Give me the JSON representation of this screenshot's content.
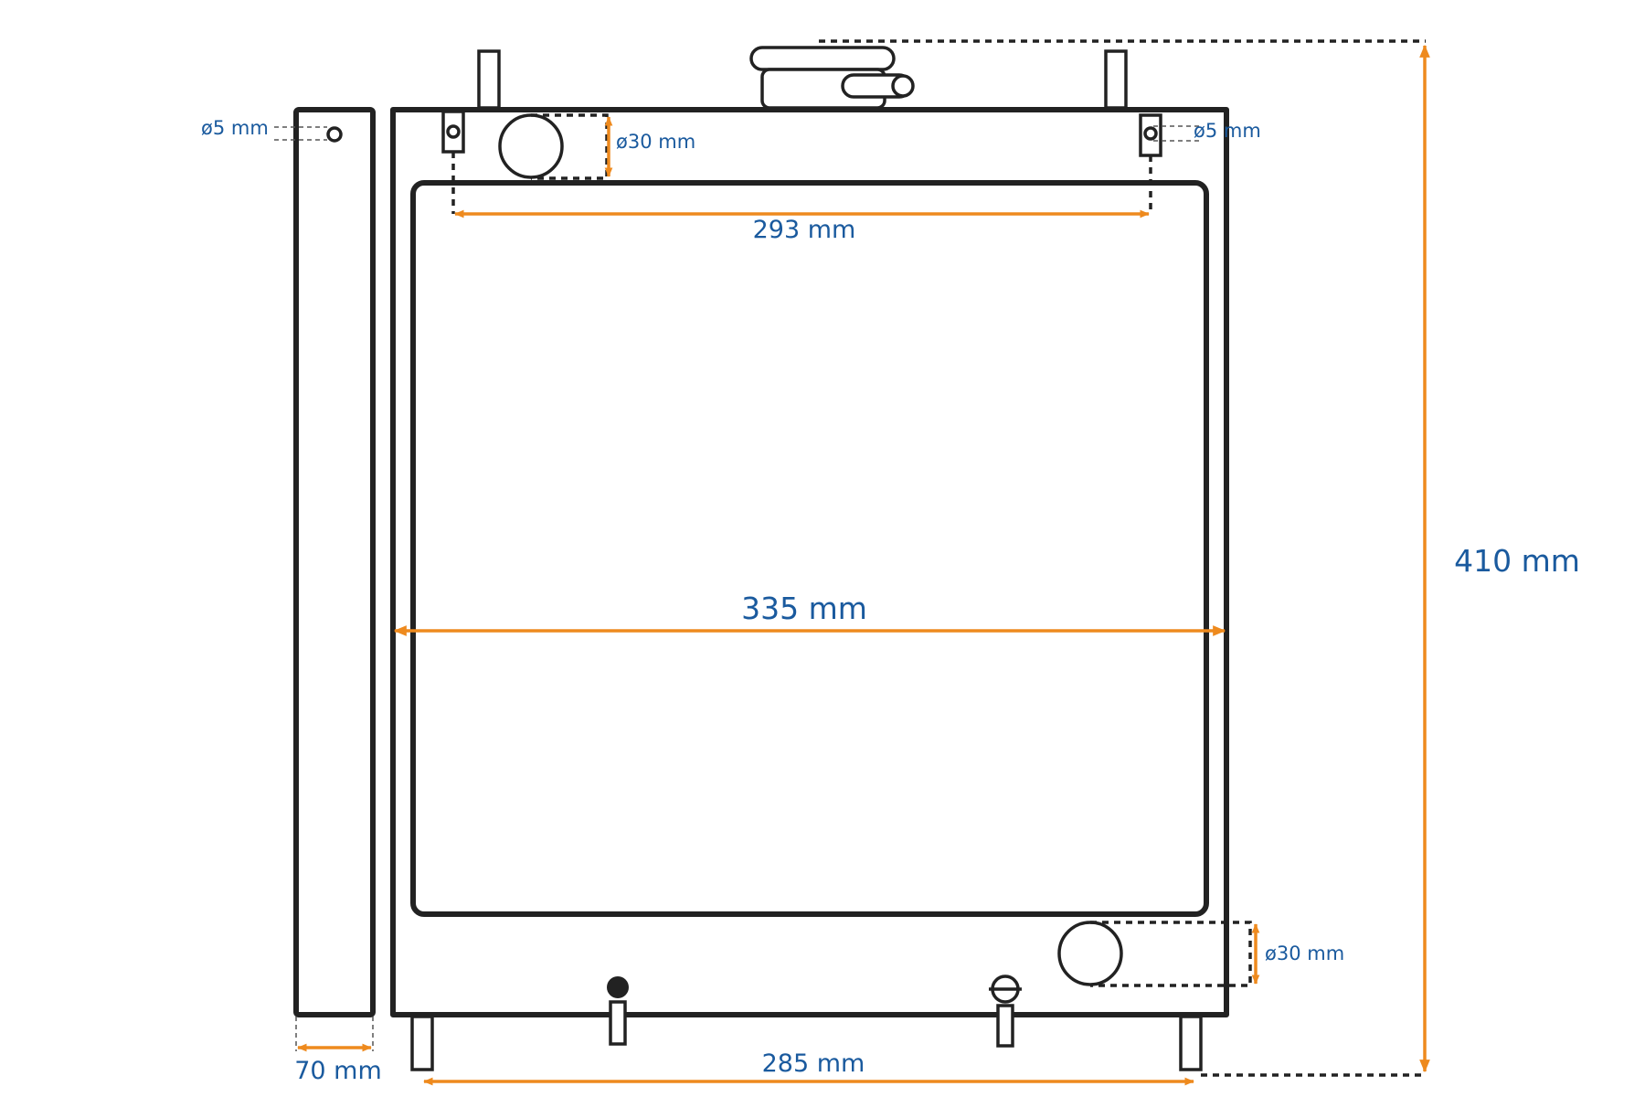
{
  "colors": {
    "outline": "#222222",
    "dimension": "#EE8A1E",
    "label": "#1A5A9E"
  },
  "labels": {
    "hole_left": "ø5 mm",
    "hole_right": "ø5 mm",
    "inlet_top": "ø30 mm",
    "inlet_bottom": "ø30 mm",
    "mount_top_spacing": "293 mm",
    "core_width": "335 mm",
    "total_height": "410 mm",
    "mount_bottom_spacing": "285 mm",
    "depth": "70 mm"
  },
  "icons": [
    "radiator-cap-icon",
    "drain-plug-icon",
    "temperature-sensor-icon"
  ]
}
